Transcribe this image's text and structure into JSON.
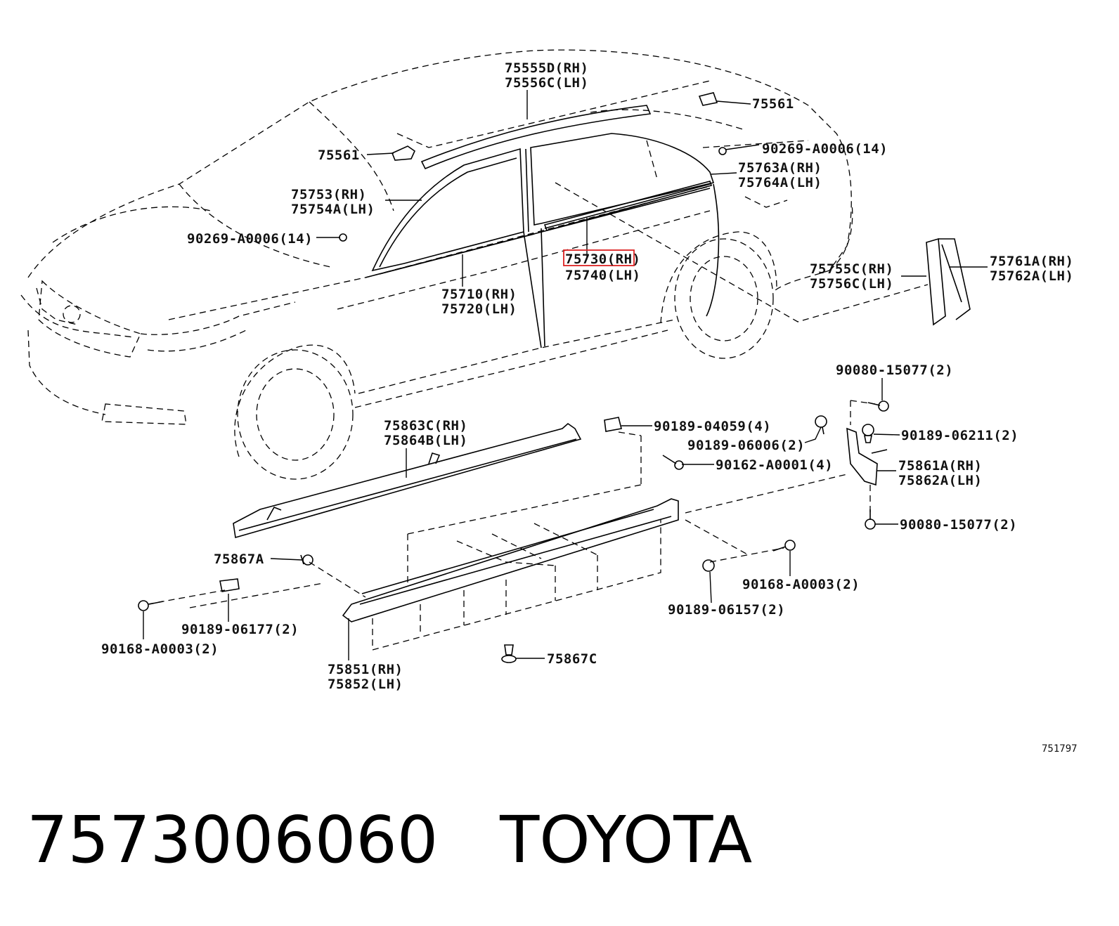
{
  "diagram_code": "751797",
  "footer": {
    "part_number": "7573006060",
    "brand": "TOYOTA"
  },
  "highlighted_part": "75730",
  "callouts": {
    "c75555": [
      "75555D(RH)",
      "75556C(LH)"
    ],
    "c75561_top": [
      "75561"
    ],
    "c75561_left": [
      "75561"
    ],
    "c90269_top": [
      "90269-A0006(14)"
    ],
    "c75763": [
      "75763A(RH)",
      "75764A(LH)"
    ],
    "c75753": [
      "75753(RH)",
      "75754A(LH)"
    ],
    "c90269_left": [
      "90269-A0006(14)"
    ],
    "c75730": [
      "75730(RH)",
      "75740(LH)"
    ],
    "c75755": [
      "75755C(RH)",
      "75756C(LH)"
    ],
    "c75761": [
      "75761A(RH)",
      "75762A(LH)"
    ],
    "c75710": [
      "75710(RH)",
      "75720(LH)"
    ],
    "c90080_top": [
      "90080-15077(2)"
    ],
    "c75863": [
      "75863C(RH)",
      "75864B(LH)"
    ],
    "c90189_04059": [
      "90189-04059(4)"
    ],
    "c90189_06211": [
      "90189-06211(2)"
    ],
    "c90189_06006": [
      "90189-06006(2)"
    ],
    "c90162": [
      "90162-A0001(4)"
    ],
    "c75861": [
      "75861A(RH)",
      "75862A(LH)"
    ],
    "c90080_bottom": [
      "90080-15077(2)"
    ],
    "c75867A": [
      "75867A"
    ],
    "c90168_right": [
      "90168-A0003(2)"
    ],
    "c90189_06157": [
      "90189-06157(2)"
    ],
    "c90189_06177": [
      "90189-06177(2)"
    ],
    "c90168_left": [
      "90168-A0003(2)"
    ],
    "c75851": [
      "75851(RH)",
      "75852(LH)"
    ],
    "c75867C": [
      "75867C"
    ]
  }
}
